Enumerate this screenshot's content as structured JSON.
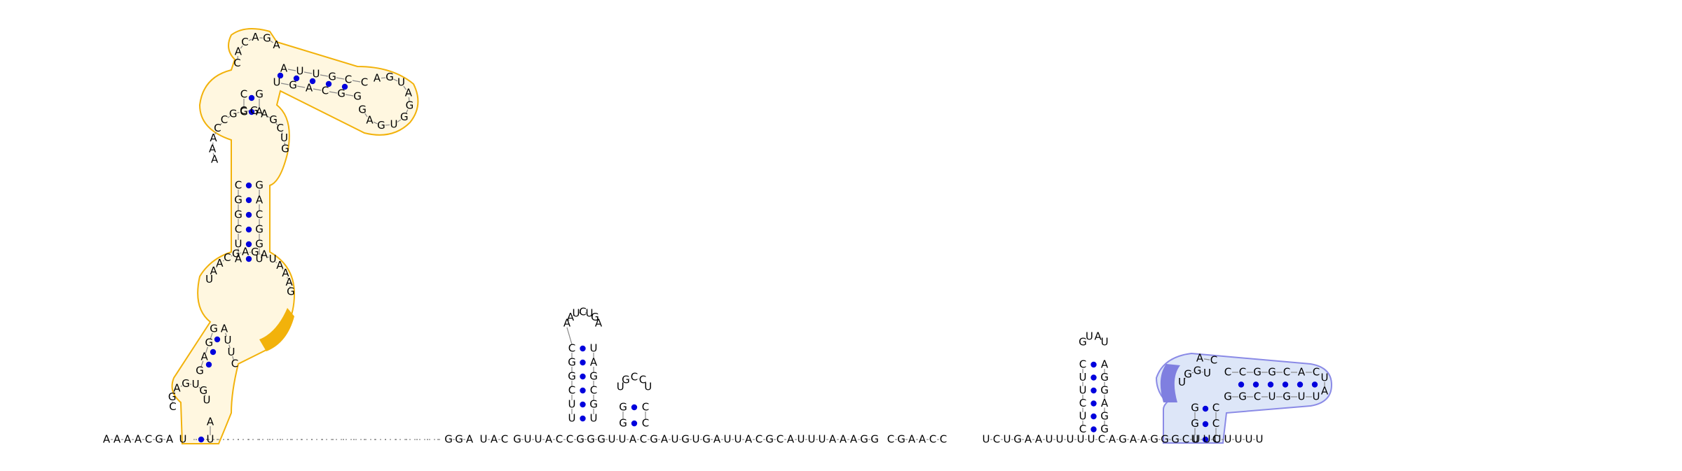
{
  "diagram": {
    "type": "rna-secondary-structure",
    "colors": {
      "base_text": "#000000",
      "pair_dot": "#0000dd",
      "backbone": "#888888",
      "domain_orange": "#f2b20b",
      "domain_orange_fill": "#fff7e0",
      "domain_blue": "#8a8ae6",
      "domain_blue_fill": "#dde6f8",
      "highlight_orange": "#f2b20b",
      "highlight_blue": "#7f7fe0"
    },
    "linear_segments": [
      {
        "id": "five-prime",
        "seq": "AAAACGA"
      },
      {
        "id": "stem1-left",
        "seq": "U"
      },
      {
        "id": "linker-dotted",
        "seq": "........................"
      },
      {
        "id": "after-dots",
        "seq": "GGA"
      },
      {
        "id": "mid1",
        "seq": "UAC"
      },
      {
        "id": "mid2",
        "seq": "GUUACCGGGUUACGAUGUGAUUACGCAUUUAAAGG"
      },
      {
        "id": "mid3",
        "seq": "CGAACC"
      },
      {
        "id": "tail",
        "seq": "UCUGAAUUUUUCAGAAGGGCUUUUUUU"
      }
    ],
    "hairpin_a": {
      "left_stem": "CGGCUU",
      "right_stem": "UGCGAU",
      "loop": [
        "A",
        "A",
        "U",
        "C",
        "U",
        "G",
        "A"
      ]
    },
    "hairpin_b": {
      "left_stem": "GG",
      "right_stem": "CC",
      "loop": [
        "U",
        "G",
        "C",
        "C",
        "U"
      ]
    },
    "hairpin_c": {
      "left_stem": "CUUCUC",
      "right_stem": "GGAGGA",
      "loop": [
        "G",
        "U",
        "A",
        "U"
      ]
    },
    "domain_1": {
      "bases_left_outer": [
        "A",
        "U",
        "G",
        "U",
        "G",
        "A",
        "C",
        "G",
        "A",
        "G",
        "G",
        "A",
        "C",
        "G",
        "A",
        "C",
        "A",
        "U",
        "C",
        "G",
        "G",
        "C",
        "A",
        "G",
        "C",
        "G",
        "A",
        "C",
        "C",
        "A",
        "A",
        "A",
        "G",
        "A",
        "C",
        "A",
        "C",
        "A",
        "G",
        "A",
        "G"
      ],
      "bases_right_outer": [
        "U",
        "A",
        "G",
        "U",
        "C",
        "U",
        "G",
        "A",
        "A",
        "U",
        "G",
        "A",
        "G",
        "C",
        "A",
        "G",
        "U",
        "C",
        "G",
        "G",
        "C",
        "G",
        "G",
        "A",
        "U",
        "G",
        "C",
        "A",
        "G",
        "C",
        "G",
        "G",
        "A",
        "G",
        "U"
      ],
      "arm_top": [
        "A",
        "U",
        "U",
        "G",
        "C",
        "C",
        "A",
        "G",
        "U",
        "A",
        "G",
        "G"
      ],
      "arm_bottom": [
        "U",
        "G",
        "A",
        "C",
        "G",
        "G",
        "A",
        "G",
        "A",
        "G",
        "U"
      ]
    },
    "domain_2": {
      "stem_left": [
        "U",
        "G",
        "G"
      ],
      "stem_right": [
        "C",
        "C",
        "C"
      ],
      "arm_top": [
        "C",
        "C",
        "G",
        "G",
        "C",
        "A",
        "C"
      ],
      "arm_bottom": [
        "G",
        "G",
        "C",
        "U",
        "G",
        "U",
        "U"
      ],
      "loop_left": [
        "U",
        "G",
        "G",
        "U"
      ],
      "loop_tip": [
        "U",
        "A"
      ],
      "loop_top": [
        "A",
        "C"
      ]
    }
  }
}
